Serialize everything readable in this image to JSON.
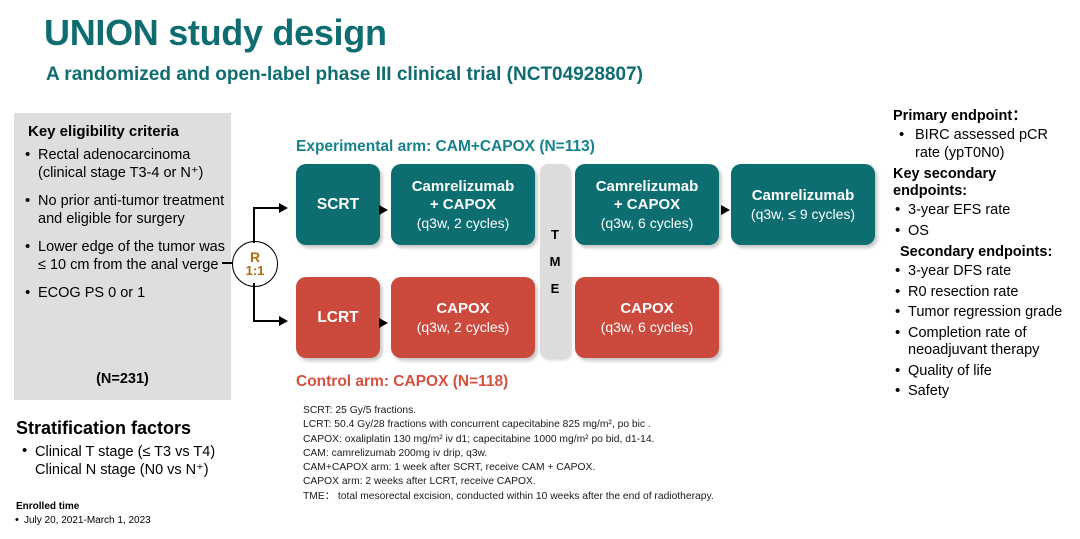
{
  "title": "UNION study design",
  "subtitle": "A randomized and open-label phase III clinical trial (NCT04928807)",
  "colors": {
    "teal": "#0c6e71",
    "red": "#cb4a3d",
    "title_teal": "#0f6d72",
    "exp_label": "#17818c",
    "ctl_label": "#d4503f",
    "panel_gray": "#dedede",
    "tme_gray": "#dcdcdc",
    "r_orange": "#b06a10"
  },
  "eligibility": {
    "heading": "Key eligibility criteria",
    "items": [
      "Rectal adenocarcinoma (clinical stage T3-4 or N⁺)",
      "No prior anti-tumor treatment and eligible for surgery",
      "Lower edge of the tumor was ≤ 10 cm from the anal verge",
      "ECOG PS 0 or 1"
    ],
    "total": "(N=231)"
  },
  "stratification": {
    "heading": "Stratification factors",
    "line1": "Clinical T stage (≤ T3 vs T4)",
    "line2": "Clinical N stage (N0 vs N⁺)"
  },
  "enrolled": {
    "heading": "Enrolled time",
    "value": "July 20, 2021-March 1, 2023"
  },
  "randomization": {
    "letter": "R",
    "ratio": "1:1"
  },
  "arms": {
    "experimental_label": "Experimental arm: CAM+CAPOX (N=113)",
    "control_label": "Control arm: CAPOX (N=118)"
  },
  "boxes": {
    "scrt": {
      "line1": "SCRT"
    },
    "cam_capox_2": {
      "line1": "Camrelizumab",
      "line2": "+ CAPOX",
      "line3": "(q3w, 2 cycles)"
    },
    "cam_capox_6": {
      "line1": "Camrelizumab",
      "line2": "+ CAPOX",
      "line3": "(q3w, 6 cycles)"
    },
    "cam_9": {
      "line1": "Camrelizumab",
      "line3": "(q3w, ≤ 9 cycles)"
    },
    "lcrt": {
      "line1": "LCRT"
    },
    "capox_2": {
      "line1": "CAPOX",
      "line3": "(q3w, 2 cycles)"
    },
    "capox_6": {
      "line1": "CAPOX",
      "line3": "(q3w, 6 cycles)"
    },
    "tme": {
      "letters": [
        "T",
        "M",
        "E"
      ]
    }
  },
  "notes": [
    "SCRT: 25 Gy/5 fractions.",
    "LCRT: 50.4 Gy/28 fractions with concurrent capecitabine 825 mg/m², po bic .",
    "CAPOX: oxaliplatin 130 mg/m² iv d1; capecitabine 1000 mg/m² po bid, d1-14.",
    "CAM: camrelizumab 200mg iv drip, q3w.",
    "CAM+CAPOX arm: 1 week after SCRT, receive CAM + CAPOX.",
    "CAPOX arm: 2 weeks after LCRT, receive CAPOX.",
    "TME： total mesorectal excision, conducted within 10 weeks after the end of radiotherapy."
  ],
  "endpoints": {
    "primary_heading": "Primary endpoint：",
    "primary_items": [
      "BIRC assessed pCR rate (ypT0N0)"
    ],
    "key_secondary_heading": "Key secondary endpoints:",
    "key_secondary_items": [
      "3-year EFS rate",
      "OS"
    ],
    "secondary_heading": "Secondary endpoints:",
    "secondary_items": [
      "3-year DFS rate",
      "R0 resection rate",
      "Tumor regression grade",
      "Completion rate of neoadjuvant therapy",
      "Quality of life",
      "Safety"
    ]
  }
}
